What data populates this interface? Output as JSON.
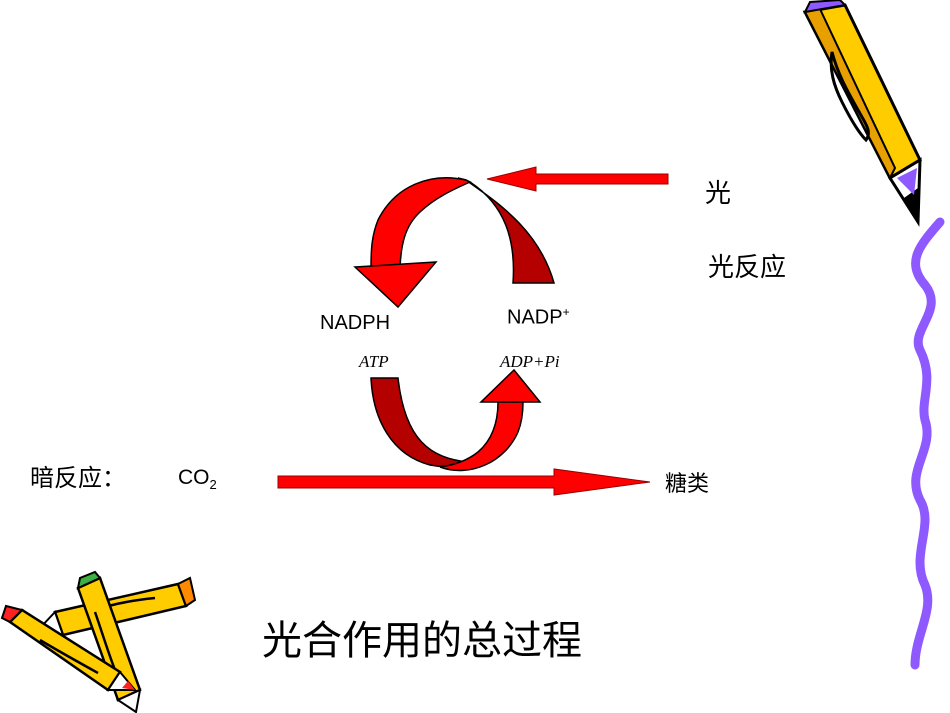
{
  "slide": {
    "title": "光合作用的总过程",
    "light_label": "光",
    "light_reaction_label": "光反应",
    "dark_reaction_label": "暗反应：",
    "co2_main": "CO",
    "co2_sub": "2",
    "sugar_label": "糖类",
    "nadph_label": "NADPH",
    "nadp_main": "NADP",
    "nadp_sup": "+",
    "atp_label": "ATP",
    "adp_pi_label": "ADP+Pi"
  },
  "colors": {
    "arrow_red": "#ff0000",
    "arrow_dark_red": "#b50000",
    "pencil_yellow": "#ffcc00",
    "wavy_border": "#8e59ff"
  },
  "icons": [
    "pencil-icon",
    "crossed-pencils-icon",
    "wavy-border"
  ]
}
